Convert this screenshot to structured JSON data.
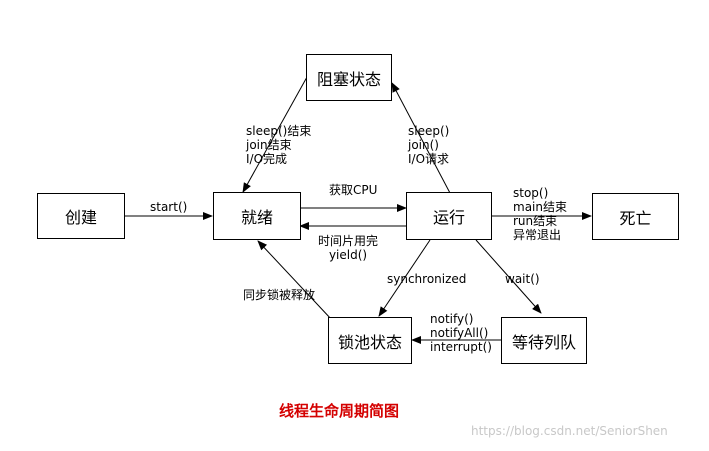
{
  "colors": {
    "line": "#000000",
    "title": "#d40000",
    "watermark": "#c8c8c8"
  },
  "nodes": {
    "create": "创建",
    "ready": "就绪",
    "running": "运行",
    "blocked": "阻塞状态",
    "dead": "死亡",
    "lock_pool": "锁池状态",
    "wait_queue": "等待列队"
  },
  "edges": {
    "start": "start()",
    "get_cpu": "获取CPU",
    "timeslice": [
      "时间片用完",
      "yield()"
    ],
    "to_blocked": [
      "sleep()",
      "join()",
      "I/O请求"
    ],
    "from_blocked": [
      "sleep()结束",
      "join结束",
      "I/O完成"
    ],
    "to_dead": [
      "stop()",
      "main结束",
      "run结束",
      "异常退出"
    ],
    "synchronized": "synchronized",
    "wait": "wait()",
    "notify": [
      "notify()",
      "notifyAll()",
      "interrupt()"
    ],
    "lock_acquired": "同步锁被释放"
  },
  "caption": "线程生命周期简图",
  "watermark": "https://blog.csdn.net/SeniorShen"
}
